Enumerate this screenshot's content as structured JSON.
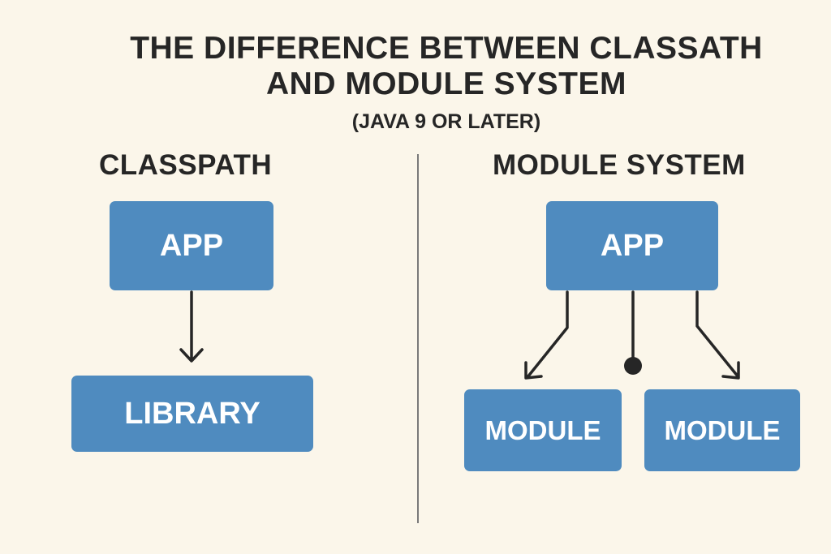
{
  "title": {
    "line1": "THE DIFFERENCE BETWEEN CLASSATH",
    "line2": "AND MODULE SYSTEM",
    "subtitle": "(JAVA 9 OR LATER)"
  },
  "classpath": {
    "heading": "CLASSPATH",
    "app": "APP",
    "library": "LIBRARY"
  },
  "module_system": {
    "heading": "MODULE SYSTEM",
    "app": "APP",
    "modules": [
      "MODULE",
      "MODULE"
    ]
  },
  "colors": {
    "background": "#fbf6ea",
    "box": "#4f8bbf",
    "text": "#262626"
  }
}
